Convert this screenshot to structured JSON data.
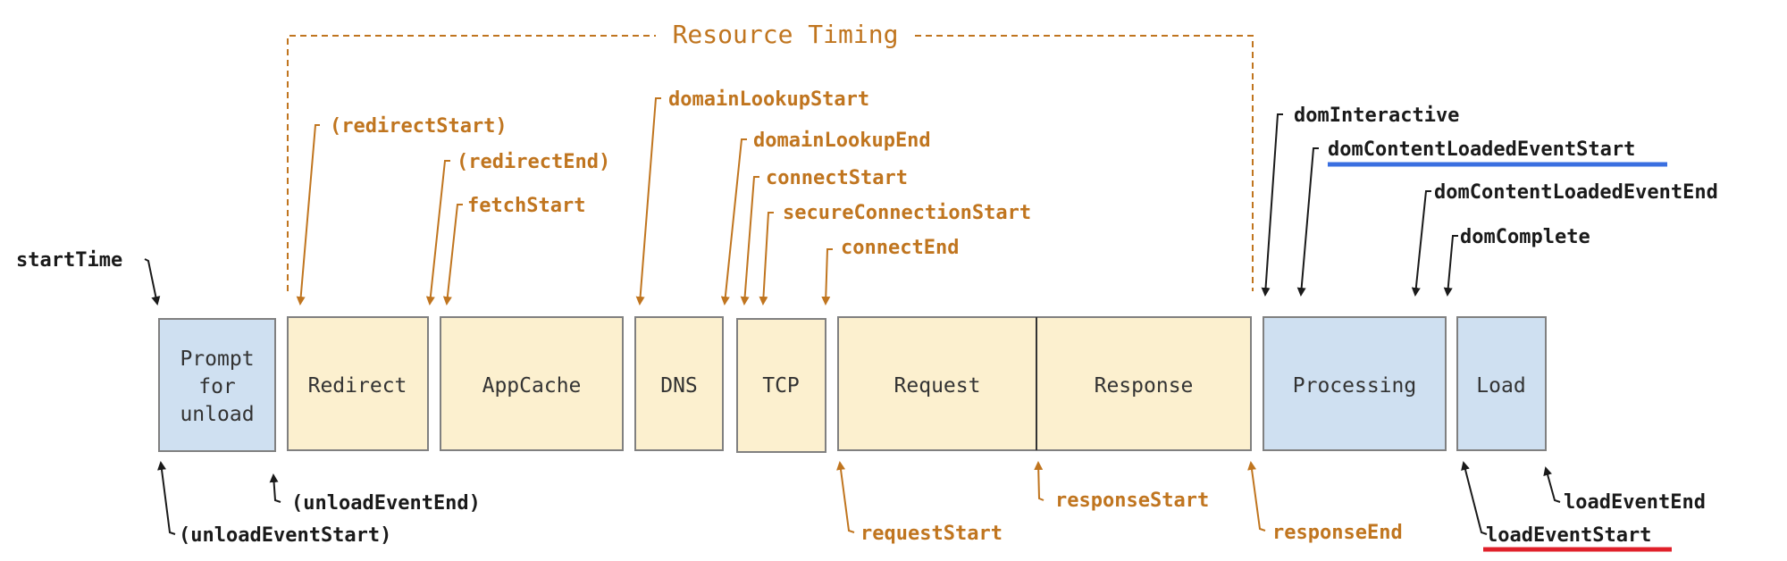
{
  "title": "Resource Timing",
  "colors": {
    "orange": "#c0751f",
    "black": "#1a1a1a",
    "blue_fill": "#cfe0f1",
    "yellow_fill": "#fcf0cf",
    "box_border": "#808080",
    "blue_underline": "#3a6fe0",
    "red_underline": "#e0202a"
  },
  "boxes": {
    "prompt_for_unload": [
      "Prompt",
      "for",
      "unload"
    ],
    "redirect": "Redirect",
    "appcache": "AppCache",
    "dns": "DNS",
    "tcp": "TCP",
    "request": "Request",
    "response": "Response",
    "processing": "Processing",
    "load": "Load"
  },
  "labels": {
    "start_time": "startTime",
    "redirect_start": "(redirectStart)",
    "redirect_end": "(redirectEnd)",
    "fetch_start": "fetchStart",
    "domain_lookup_start": "domainLookupStart",
    "domain_lookup_end": "domainLookupEnd",
    "connect_start": "connectStart",
    "secure_connection_start": "secureConnectionStart",
    "connect_end": "connectEnd",
    "dom_interactive": "domInteractive",
    "dom_content_loaded_event_start": "domContentLoadedEventStart",
    "dom_content_loaded_event_end": "domContentLoadedEventEnd",
    "dom_complete": "domComplete",
    "unload_event_start": "(unloadEventStart)",
    "unload_event_end": "(unloadEventEnd)",
    "request_start": "requestStart",
    "response_start": "responseStart",
    "response_end": "responseEnd",
    "load_event_start": "loadEventStart",
    "load_event_end": "loadEventEnd"
  }
}
